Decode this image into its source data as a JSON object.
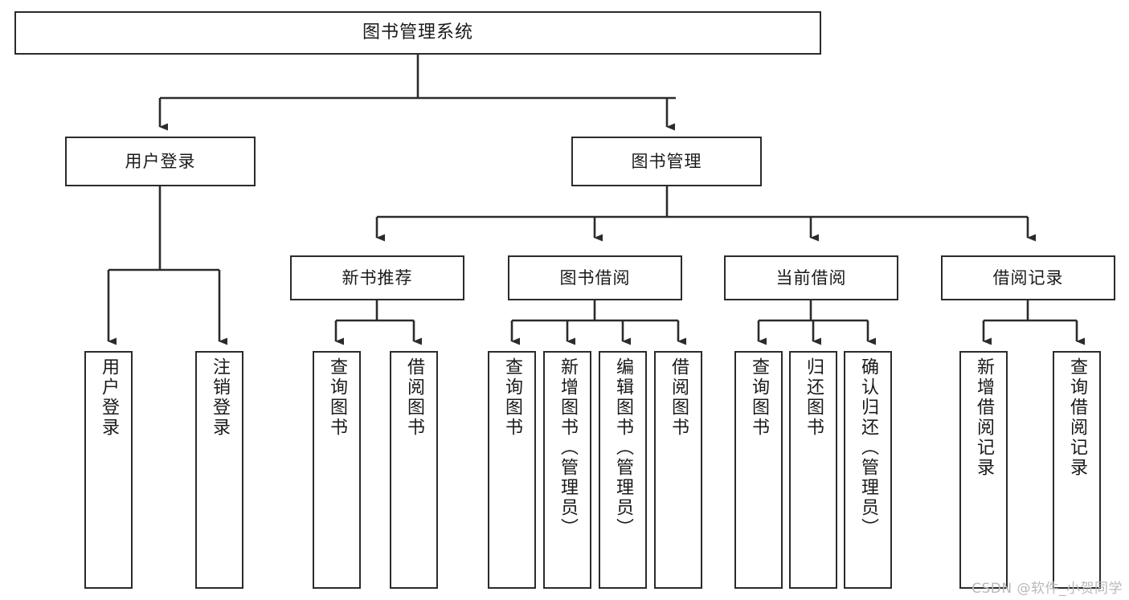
{
  "diagram": {
    "type": "tree-hierarchy",
    "title": "图书管理系统",
    "theme": {
      "stroke": "#2b2b2b",
      "fill": "#ffffff",
      "text": "#1a1a1a",
      "watermark_color": "#b9b9b9"
    },
    "levels": {
      "root": {
        "label": "图书管理系统"
      },
      "level2": [
        {
          "id": "user-login",
          "label": "用户登录"
        },
        {
          "id": "book-manage",
          "label": "图书管理"
        }
      ],
      "level3": [
        {
          "id": "new-book-recommend",
          "label": "新书推荐"
        },
        {
          "id": "book-borrow",
          "label": "图书借阅"
        },
        {
          "id": "current-borrow",
          "label": "当前借阅"
        },
        {
          "id": "borrow-record",
          "label": "借阅记录"
        }
      ],
      "leaves": [
        {
          "id": "leaf-user-login",
          "label": "用户登录",
          "parent": "user-login"
        },
        {
          "id": "leaf-logout-login",
          "label": "注销登录",
          "parent": "user-login"
        },
        {
          "id": "leaf-query-book-1",
          "label": "查询图书",
          "parent": "new-book-recommend"
        },
        {
          "id": "leaf-borrow-book-1",
          "label": "借阅图书",
          "parent": "new-book-recommend"
        },
        {
          "id": "leaf-query-book-2",
          "label": "查询图书",
          "parent": "book-borrow"
        },
        {
          "id": "leaf-add-book",
          "label": "新增图书（管理员）",
          "parent": "book-borrow"
        },
        {
          "id": "leaf-edit-book",
          "label": "编辑图书（管理员）",
          "parent": "book-borrow"
        },
        {
          "id": "leaf-borrow-book-2",
          "label": "借阅图书",
          "parent": "book-borrow"
        },
        {
          "id": "leaf-query-book-3",
          "label": "查询图书",
          "parent": "current-borrow"
        },
        {
          "id": "leaf-return-book",
          "label": "归还图书",
          "parent": "current-borrow"
        },
        {
          "id": "leaf-confirm-return",
          "label": "确认归还（管理员）",
          "parent": "current-borrow"
        },
        {
          "id": "leaf-add-record",
          "label": "新增借阅记录",
          "parent": "borrow-record"
        },
        {
          "id": "leaf-query-record",
          "label": "查询借阅记录",
          "parent": "borrow-record"
        }
      ]
    },
    "watermark": "CSDN @软件_小贺同学"
  }
}
